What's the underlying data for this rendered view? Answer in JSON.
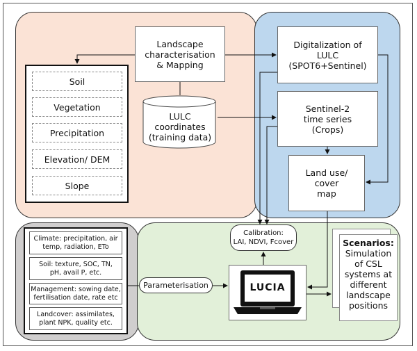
{
  "colors": {
    "peach": "#fbe3d6",
    "blue": "#bdd7ee",
    "gray": "#d0cece",
    "green": "#e2f0d9"
  },
  "landscape": {
    "label": "Landscape\ncharacterisation\n& Mapping"
  },
  "training_data": {
    "label": "LULC\ncoordinates\n(training data)"
  },
  "factors": [
    "Soil",
    "Vegetation",
    "Precipitation",
    "Elevation/ DEM",
    "Slope"
  ],
  "digitalization": {
    "label": "Digitalization of\nLULC\n(SPOT6+Sentinel)"
  },
  "sentinel": {
    "label": "Sentinel-2\ntime series\n(Crops)"
  },
  "land_use_map": {
    "label": "Land use/\ncover\nmap"
  },
  "inputs": [
    "Climate: precipitation, air\ntemp, radiation, ETo",
    "Soil: texture, SOC, TN,\npH, avail P, etc.",
    "Management: sowing date,\nfertilisation date, rate etc",
    "Landcover: assimilates,\nplant NPK, quality etc."
  ],
  "parameterisation": {
    "label": "Parameterisation"
  },
  "calibration": {
    "label": "Calibration:\nLAI, NDVI, Fcover"
  },
  "lucia": {
    "label": "LUCIA"
  },
  "scenarios": {
    "title": "Scenarios:",
    "body": "Simulation\nof CSL\nsystems at\ndifferent\nlandscape\npositions"
  }
}
